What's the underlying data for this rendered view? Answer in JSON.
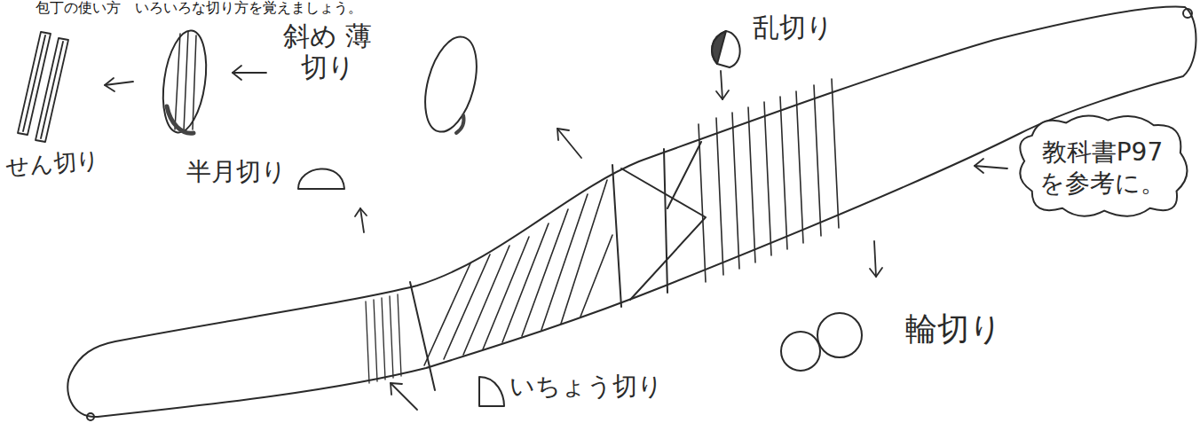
{
  "diagram": {
    "title": "包丁の使い方　いろいろな切り方を覚えましょう。",
    "nodes": [
      {
        "text": [
          "教科書P97 を参考に。"
        ]
      }
    ],
    "labels": [
      "せん切り",
      "斜め 薄切り",
      "乱切り",
      "半月切り",
      "輪切り",
      "いちょう切り"
    ]
  }
}
